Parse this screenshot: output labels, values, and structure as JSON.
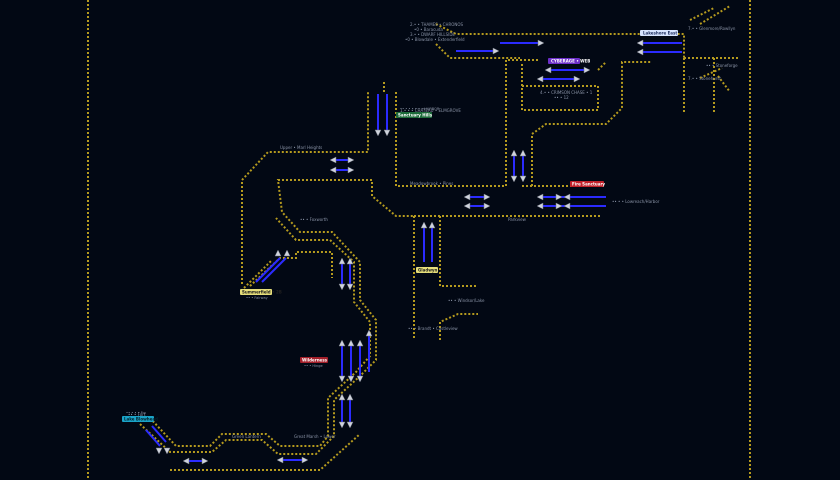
{
  "colors": {
    "background": "#020814",
    "tunnel": "#b59a1e",
    "lines": "#2b2bff",
    "ramps": "#cfd3dc"
  },
  "labels": [
    {
      "id": "lbl-ne-1",
      "text": "2.• • THAMES • CHRONOS"
    },
    {
      "id": "lbl-ne-2",
      "text": "•0 • Baracuda"
    },
    {
      "id": "lbl-ne-3",
      "text": "3.• • DWARF HILLSIDE"
    },
    {
      "id": "lbl-ne-4",
      "text": "•0 • Blowdale • Extenderfield"
    },
    {
      "id": "lbl-far-ne",
      "text": "7.• • Glenmore/Rowllyn"
    },
    {
      "id": "lbl-far-e-1",
      "text": "7.• • Stonehurst"
    },
    {
      "id": "lbl-far-e-2",
      "text": "•• • Stoneforge"
    },
    {
      "id": "lbl-mid-ne-1",
      "text": "4.• • CRIMSON CHASE • 1"
    },
    {
      "id": "lbl-mid-ne-2",
      "text": "•• • 12"
    },
    {
      "id": "lbl-top-mid",
      "text": "1.• • • CHATEAU • ELMGROVE"
    },
    {
      "id": "lbl-west-high",
      "text": "Upper • Marl Heights"
    },
    {
      "id": "lbl-center",
      "text": "Meadowbrook • Pines"
    },
    {
      "id": "lbl-east-mid",
      "text": "•• • • Lowreach/Harbor"
    },
    {
      "id": "lbl-east-low",
      "text": "Parkview"
    },
    {
      "id": "lbl-west-mid",
      "text": "•• • Foxworth"
    },
    {
      "id": "lbl-south-center",
      "text": "•• • Windsor/Lake"
    },
    {
      "id": "lbl-south-west",
      "text": "•• • Brandt • Castleview"
    },
    {
      "id": "lbl-bottom-1",
      "text": "Green Lantern"
    },
    {
      "id": "lbl-bottom-2",
      "text": "Great Marsh • Lower"
    },
    {
      "id": "lbl-sw",
      "text": "•• • Fort"
    }
  ],
  "tags": [
    {
      "id": "tag-ne",
      "text": "Lakeshore East",
      "color": "#d7e4ff",
      "text_color": "#203060"
    },
    {
      "id": "tag-purple",
      "text": "CYBERAGE • WEB",
      "color": "#6d2fc9",
      "text_color": "#ffffff"
    },
    {
      "id": "tag-green",
      "text": "Sanctuary Hills",
      "color": "#1c6b3a",
      "text_color": "#ffffff"
    },
    {
      "id": "tag-red",
      "text": "Fire Sanctuary",
      "color": "#c0202a",
      "text_color": "#ffffff"
    },
    {
      "id": "tag-yellow-mid",
      "text": "Gladwyn",
      "color": "#e6de7a",
      "text_color": "#202020"
    },
    {
      "id": "tag-yellow-west",
      "text": "Summerfield • 2B",
      "color": "#e6de7a",
      "text_color": "#202020"
    },
    {
      "id": "tag-crimson",
      "text": "Wilderness",
      "color": "#a31f2a",
      "text_color": "#ffffff"
    },
    {
      "id": "tag-blue",
      "text": "Lake Blowhead",
      "color": "#1aa3c8",
      "text_color": "#03202a"
    }
  ],
  "tag_subs": [
    {
      "id": "sub-yellow-west",
      "text": "•• • Fairway"
    },
    {
      "id": "sub-crimson",
      "text": "•• • Hinge"
    },
    {
      "id": "sub-blue",
      "text": "•• • • • Fry"
    },
    {
      "id": "sub-green",
      "text": "•• • • • • • • HARBOR"
    }
  ]
}
